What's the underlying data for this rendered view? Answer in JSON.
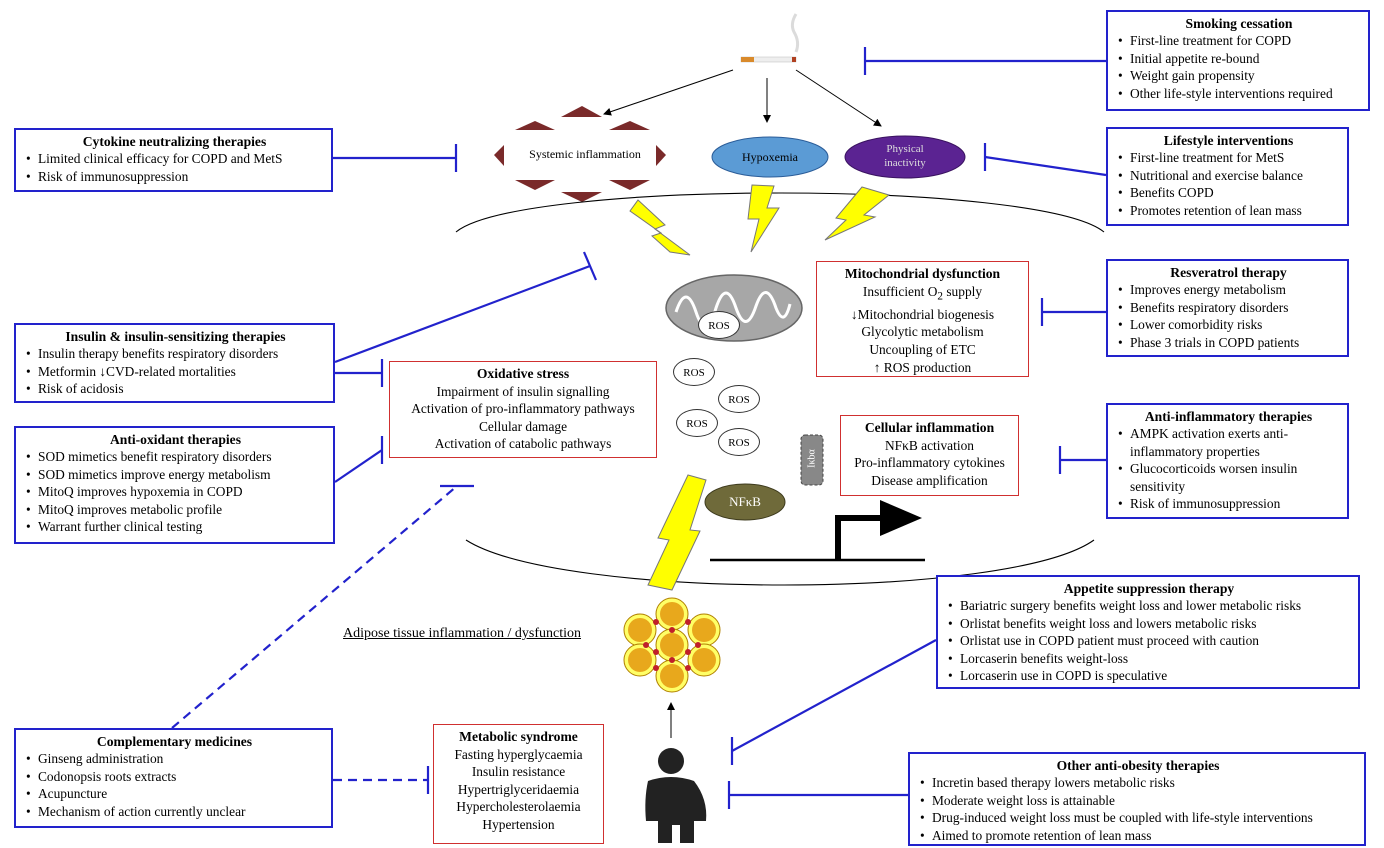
{
  "boxes": {
    "smoking_cessation": {
      "title": "Smoking cessation",
      "items": [
        "First-line treatment for COPD",
        "Initial appetite re-bound",
        "Weight gain propensity",
        "Other life-style interventions required"
      ]
    },
    "cytokine": {
      "title": "Cytokine neutralizing therapies",
      "items": [
        "Limited clinical efficacy for COPD and MetS",
        "Risk of immunosuppression"
      ]
    },
    "lifestyle": {
      "title": "Lifestyle interventions",
      "items": [
        "First-line treatment for MetS",
        "Nutritional and exercise balance",
        "Benefits COPD",
        "Promotes retention of lean mass"
      ]
    },
    "resveratrol": {
      "title": "Resveratrol therapy",
      "items": [
        "Improves energy metabolism",
        "Benefits respiratory disorders",
        "Lower comorbidity risks",
        "Phase 3 trials in COPD patients"
      ]
    },
    "insulin": {
      "title": "Insulin & insulin-sensitizing therapies",
      "items": [
        "Insulin therapy benefits respiratory disorders",
        "Metformin ↓CVD-related mortalities",
        "Risk of acidosis"
      ]
    },
    "antioxidant": {
      "title": "Anti-oxidant therapies",
      "items": [
        "SOD mimetics benefit respiratory disorders",
        "SOD mimetics improve energy metabolism",
        "MitoQ improves hypoxemia in COPD",
        "MitoQ improves metabolic profile",
        "Warrant further clinical testing"
      ]
    },
    "antiinflammatory": {
      "title": "Anti-inflammatory therapies",
      "items": [
        "AMPK activation exerts anti-inflammatory properties",
        "Glucocorticoids worsen insulin sensitivity",
        "Risk of immunosuppression"
      ]
    },
    "appetite": {
      "title": "Appetite suppression therapy",
      "items": [
        "Bariatric surgery benefits weight loss and lower metabolic risks",
        "Orlistat benefits weight loss and lowers metabolic risks",
        "Orlistat use in COPD patient must proceed with caution",
        "Lorcaserin benefits weight-loss",
        "Lorcaserin use in COPD is speculative"
      ]
    },
    "complementary": {
      "title": "Complementary medicines",
      "items": [
        "Ginseng administration",
        "Codonopsis roots extracts",
        "Acupuncture",
        "Mechanism of action currently unclear"
      ]
    },
    "antiobesity": {
      "title": "Other anti-obesity therapies",
      "items": [
        "Incretin based therapy lowers metabolic risks",
        "Moderate weight loss is attainable",
        "Drug-induced weight loss must be coupled with life-style interventions",
        "Aimed to promote retention of lean mass"
      ]
    }
  },
  "mechanisms": {
    "mito": {
      "title": "Mitochondrial dysfunction",
      "l1a": "Insufficient O",
      "l1sub": "2",
      "l1b": " supply",
      "l2": "↓Mitochondrial biogenesis",
      "l3": "Glycolytic metabolism",
      "l4": "Uncoupling of ETC",
      "l5": "↑ ROS production"
    },
    "oxidative": {
      "title": "Oxidative stress",
      "items": [
        "Impairment of insulin signalling",
        "Activation of pro-inflammatory pathways",
        "Cellular damage",
        "Activation of catabolic pathways"
      ]
    },
    "cellular": {
      "title": "Cellular inflammation",
      "items": [
        "NFκB activation",
        "Pro-inflammatory cytokines",
        "Disease amplification"
      ]
    },
    "metabolic": {
      "title": "Metabolic syndrome",
      "items": [
        "Fasting hyperglycaemia",
        "Insulin resistance",
        "Hypertriglyceridaemia",
        "Hypercholesterolaemia",
        "Hypertension"
      ]
    }
  },
  "labels": {
    "systemic": "Systemic inflammation",
    "hypoxemia": "Hypoxemia",
    "inactivity_1": "Physical",
    "inactivity_2": "inactivity",
    "ros": "ROS",
    "ikba": "Iκbα",
    "nfkb": "NFκB",
    "adipose": "Adipose tissue inflammation / dysfunction"
  },
  "colors": {
    "therapy_border": "#2222cc",
    "mechanism_border": "#d03030",
    "hypoxemia": "#5b9bd5",
    "inactivity": "#5b2392",
    "nfkb": "#6f6a3a",
    "lightning": "#ffff00",
    "inflammation_triangles": "#7a2a2a",
    "adipocyte": "#e8a81c"
  },
  "icons": [
    "cigarette-icon",
    "mitochondrion-icon",
    "transcription-arrow-icon",
    "adipocyte-cluster-icon",
    "person-icon",
    "lightning-icon"
  ]
}
